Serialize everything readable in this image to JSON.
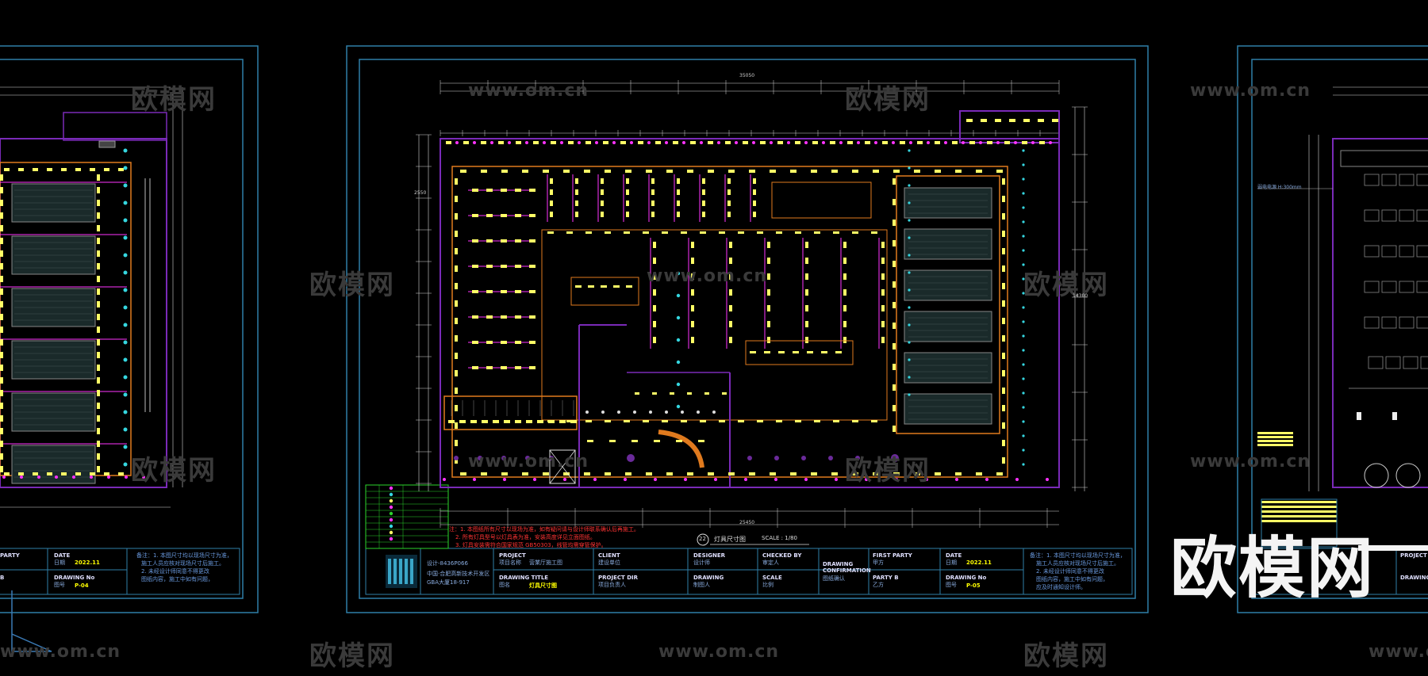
{
  "watermarks": {
    "brand_cn": "欧模网",
    "url": "www.om.cn"
  },
  "logo": {
    "text": "欧模网"
  },
  "center_sheet": {
    "plan_title": "灯具尺寸图",
    "plan_number": "22",
    "scale": "SCALE : 1/80",
    "overall_dim": "35050",
    "bottom_dim": "25450",
    "left_dim": "2550",
    "right_dim": "14300",
    "notes": [
      "注：1. 本图纸所有尺寸以现场为准，如有疑问请与设计师联系确认后再施工。",
      "2. 所有灯具型号以灯具表为准，安装高度详见立面图纸。",
      "3. 灯具安装需符合国家规范 GB50303，线管均需穿管保护。"
    ],
    "title_block": {
      "company": "设计-8436P066",
      "address_line1": "中国·合肥高新技术开发区",
      "address_line2": "GBA大厦18-917",
      "project_label": "PROJECT",
      "project_cn": "项目名称",
      "project_value": "营業厅施工图",
      "client_label": "CLIENT",
      "client_cn": "建设单位",
      "designer_label": "DESIGNER",
      "designer_cn": "设计师",
      "checked_label": "CHECKED BY",
      "checked_cn": "审定人",
      "confirm_label": "DRAWING CONFIRMATION",
      "confirm_cn": "图纸确认",
      "first_party_label": "FIRST PARTY",
      "first_party_cn": "甲方",
      "party_b_label": "PARTY B",
      "party_b_cn": "乙方",
      "date_label": "DATE",
      "date_cn": "日期",
      "date_value": "2022.11",
      "drawing_title_label": "DRAWING TITLE",
      "drawing_title_cn": "图名",
      "drawing_title_value": "灯具尺寸图",
      "project_dir_label": "PROJECT DIR",
      "project_dir_cn": "项目负责人",
      "drawing_label": "DRAWING",
      "drawing_cn": "制图人",
      "scale_label": "SCALE",
      "scale_cn": "比例",
      "drawing_no_label": "DRAWING No",
      "drawing_no_cn": "图号",
      "drawing_no_value": "P-05",
      "remarks": [
        "备注：1. 本图尺寸均以现场尺寸为准，",
        "施工人员应核对现场尺寸后施工。",
        "2. 未经设计师同意不得更改",
        "图纸内容，施工中如有问题，",
        "应及时通知设计师。"
      ]
    }
  },
  "left_sheet": {
    "first_party_label": "PARTY",
    "party_b_label": "B",
    "date_label": "DATE",
    "date_cn": "日期",
    "date_value": "2022.11",
    "drawing_no_label": "DRAWING No",
    "drawing_no_cn": "图号",
    "drawing_no_value": "P-04",
    "remarks": [
      "备注：1. 本图尺寸均以现场尺寸为准，",
      "施工人员应核对现场尺寸后施工。",
      "2. 未经设计师同意不得更改",
      "图纸内容，施工中如有问题，"
    ]
  },
  "right_sheet": {
    "left_note": "弱电电源 H:300mm",
    "project_label": "PROJECT",
    "drawing_label": "DRAWING T"
  },
  "colors": {
    "frame": "#2f7fa8",
    "wall_orange": "#e07a1e",
    "magenta": "#ff33ff",
    "lamp_yellow": "#ffff66",
    "cyan": "#35d7e0",
    "green": "#2bd32b",
    "purple": "#7a2ab8",
    "dim_white": "#d6d6d6"
  }
}
